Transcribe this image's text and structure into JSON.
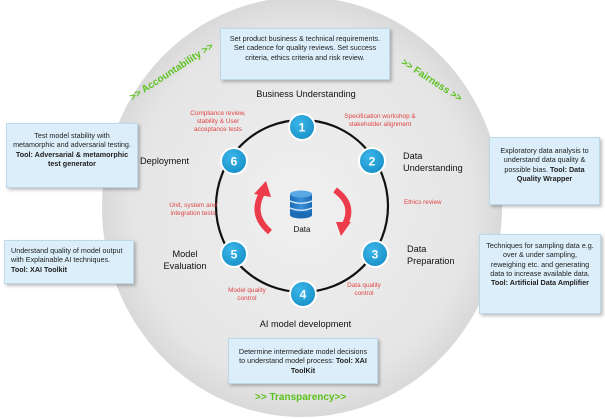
{
  "center": {
    "label": "Data",
    "icon": "database-icon"
  },
  "stages": [
    {
      "num": "1",
      "label": "Business Understanding"
    },
    {
      "num": "2",
      "label": "Data Understanding"
    },
    {
      "num": "3",
      "label": "Data Preparation"
    },
    {
      "num": "4",
      "label": "AI model development"
    },
    {
      "num": "5",
      "label": "Model Evaluation"
    },
    {
      "num": "6",
      "label": "Deployment"
    }
  ],
  "transitions": {
    "t12": "Specification workshop & stakeholder alignment",
    "t23": "Ethics review",
    "t34": "Data quality control",
    "t45": "Model quality control",
    "t56": "Unit, system and integration tests",
    "t61": "Compliance review, stability & User acceptance tests"
  },
  "principles": {
    "accountability": ">> Accountability >>",
    "fairness": ">> Fairness >>",
    "transparency": ">> Transparency>>"
  },
  "boxes": {
    "top": {
      "text": "Set product business & technical requirements. Set cadence for quality reviews. Set success criteria, ethics criteria and risk review."
    },
    "left_top": {
      "text": "Test model stability with metamorphic and adversarial testing. ",
      "tool": "Tool: Adversarial & metamorphic test generator"
    },
    "left_bottom": {
      "text": "Understand quality of model output with Explainable AI techniques. ",
      "tool": "Tool: XAI Toolkit"
    },
    "right_top": {
      "text": "Exploratory data analysis to understand data quality & possible bias. ",
      "tool": "Tool: Data Quality Wrapper"
    },
    "right_bottom": {
      "text": "Techniques for sampling data e.g. over & under sampling, reweighing etc. and generating data to increase available data. ",
      "tool": "Tool: Artificial Data Amplifier"
    },
    "bottom": {
      "text": "Determine intermediate model decisions to understand model process: ",
      "tool": "Tool: XAI ToolKit"
    }
  },
  "colors": {
    "outer_circle": "#e6e6e6",
    "node": "#1fa1d8",
    "arrow": "#ec3b4b",
    "principle": "#5cc21f",
    "box": "#dbeef9",
    "transition_text": "#e04545"
  }
}
